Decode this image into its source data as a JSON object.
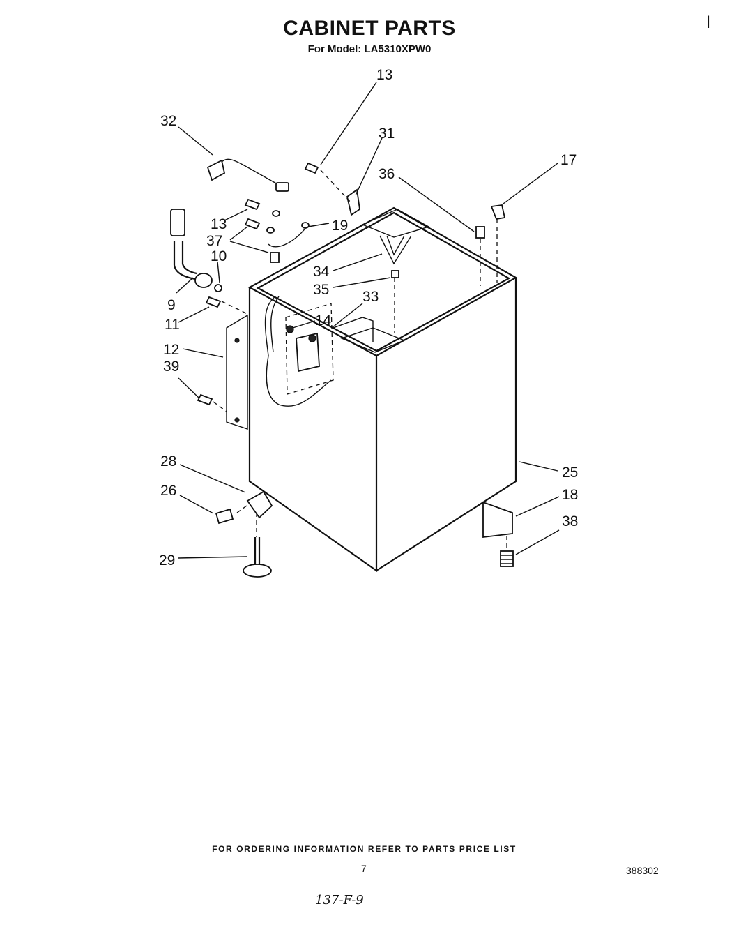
{
  "header": {
    "title": "CABINET PARTS",
    "subtitle": "For Model: LA5310XPW0"
  },
  "callouts": {
    "c13_top": "13",
    "c32": "32",
    "c31": "31",
    "c17": "17",
    "c36": "36",
    "c13_left": "13",
    "c19": "19",
    "c37": "37",
    "c10": "10",
    "c34": "34",
    "c35": "35",
    "c33": "33",
    "c9": "9",
    "c14": "14",
    "c11": "11",
    "c12": "12",
    "c39": "39",
    "c28": "28",
    "c25": "25",
    "c26": "26",
    "c18": "18",
    "c38": "38",
    "c29": "29"
  },
  "footer": {
    "note": "FOR ORDERING INFORMATION REFER TO PARTS PRICE LIST",
    "page_number": "7",
    "doc_number": "388302",
    "handwritten": "137-F-9",
    "corner_mark": "|"
  }
}
